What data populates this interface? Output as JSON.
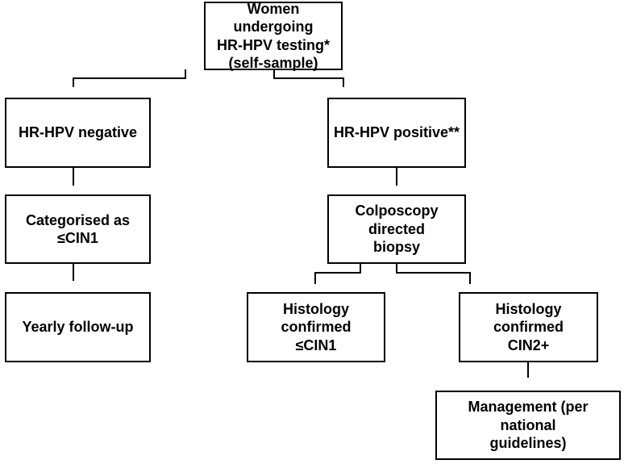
{
  "diagram": {
    "nodes": {
      "root": "Women undergoing\nHR-HPV testing*\n(self-sample)",
      "hpv_negative": "HR-HPV negative",
      "hpv_positive": "HR-HPV positive**",
      "categorised": "Categorised as\n≤CIN1",
      "colposcopy": "Colposcopy directed\nbiopsy",
      "yearly_followup": "Yearly follow-up",
      "histology_cin1": "Histology confirmed\n≤CIN1",
      "histology_cin2": "Histology confirmed\nCIN2+",
      "management": "Management (per national\nguidelines)"
    }
  }
}
